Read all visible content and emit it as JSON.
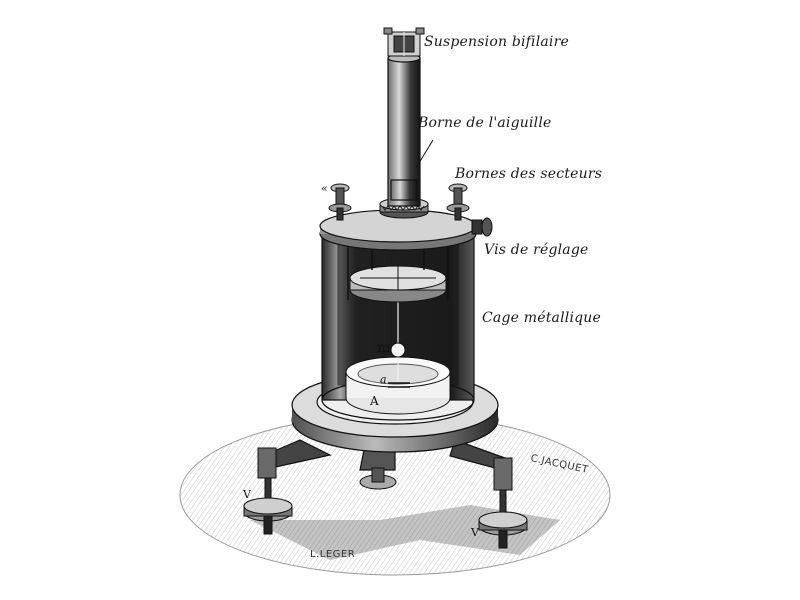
{
  "labels": {
    "suspension": "Suspension bifilaire",
    "borne_aiguille": "Borne de l'aiguille",
    "bornes_secteurs": "Bornes des secteurs",
    "vis_reglage": "Vis de réglage",
    "cage": "Cage métallique"
  },
  "markers": {
    "m": "m",
    "a_small": "a",
    "A": "A",
    "v_left": "V",
    "v_right": "V",
    "mark_left": "«"
  },
  "signatures": {
    "engraver": "L.LEGER",
    "maker": "C.JACQUET"
  }
}
